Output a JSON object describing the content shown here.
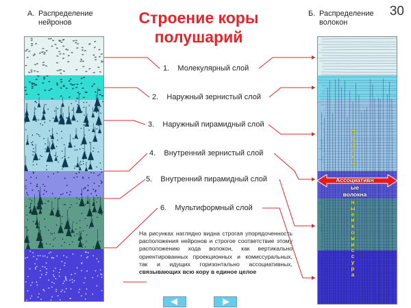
{
  "page_number": "30",
  "title_line1": "Строение коры",
  "title_line2": "полушарий",
  "section_a": {
    "letter": "А.",
    "line1": "Распределение",
    "line2": "нейронов"
  },
  "section_b": {
    "letter": "Б.",
    "line1": "Распределение",
    "line2": "волокон"
  },
  "layers": [
    {
      "num": "1.",
      "name": "Молекулярный слой"
    },
    {
      "num": "2.",
      "name": "Наружный зернистый слой"
    },
    {
      "num": "3.",
      "name": "Наружный пирамидный слой"
    },
    {
      "num": "4.",
      "name": "Внутренний зернистый слой"
    },
    {
      "num": "5.",
      "name": "Внутренний пирамидный слой"
    },
    {
      "num": "6.",
      "name": "Мультиформный слой"
    }
  ],
  "description_normal": "На рисунках наглядно видна строгая упорядоченность расположения нейронов и строгое соответствие этому расположению хода волокон, как вертикально ориентированных проекционных и комиссуральных, так и идущих горизонтально ассоциативных, ",
  "description_bold": "связывающих всю кору в единое целое",
  "assoc_line1": "Ассоциативн",
  "assoc_line2": "ые",
  "assoc_line3": "волокна",
  "vertical_upper": "Проекц",
  "vertical_lower": "ные и комиссура",
  "colors": {
    "title": "#e3242b",
    "connector": "#e3242b",
    "vertical_text": "#ffe600",
    "nav_button": "#66ccee"
  }
}
